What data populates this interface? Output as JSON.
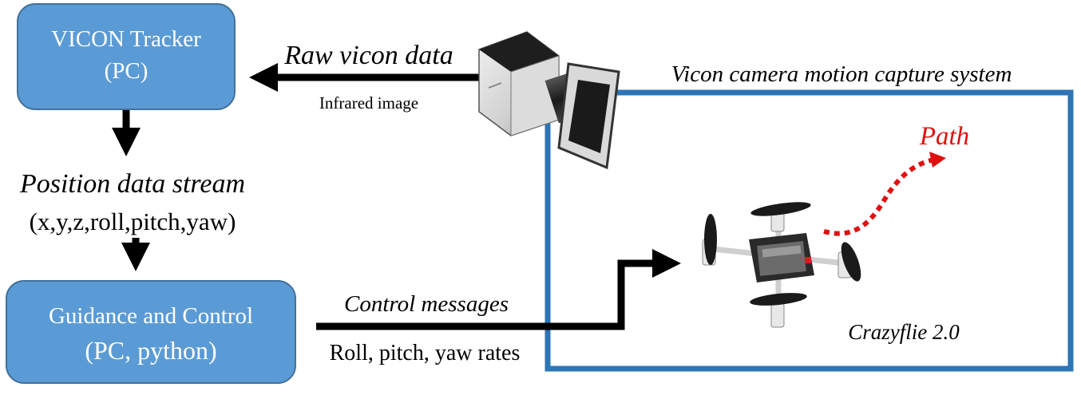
{
  "colors": {
    "box_fill": "#5b9bd5",
    "box_stroke": "#41719c",
    "frame": "#2e75b6",
    "arrow": "#000000",
    "path": "#e01010"
  },
  "tracker_box": {
    "line1": "VICON Tracker",
    "line2": "(PC)"
  },
  "guidance_box": {
    "line1": "Guidance and Control",
    "line2": "(PC, python)"
  },
  "labels": {
    "raw_vicon_data": "Raw vicon data",
    "infrared_image": "Infrared image",
    "position_stream": "Position data stream",
    "position_vars": "(x,y,z,roll,pitch,yaw)",
    "control_messages": "Control messages",
    "rates": "Roll, pitch, yaw rates",
    "system": "Vicon camera motion capture system",
    "path": "Path",
    "drone": "Crazyflie 2.0"
  },
  "icons": {
    "camera": "vicon-camera-icon",
    "drone": "crazyflie-drone-icon"
  }
}
